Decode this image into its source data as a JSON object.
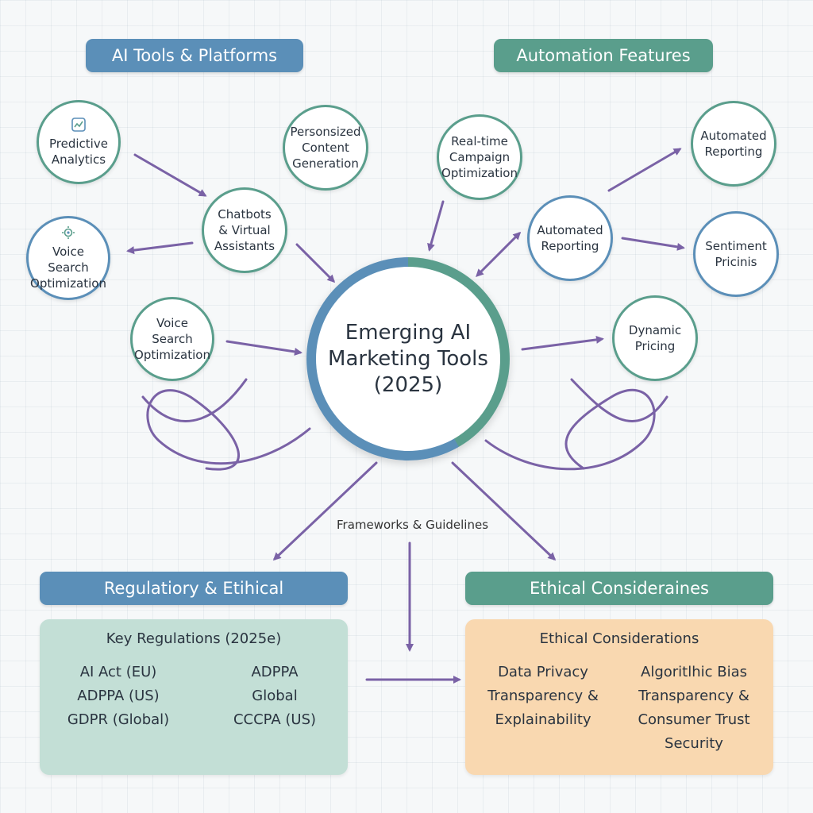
{
  "headers": {
    "left_top": "AI Tools & Platforms",
    "right_top": "Automation Features",
    "left_bottom": "Regulatiory & Etihical",
    "right_bottom": "Ethical Consideraines"
  },
  "center": {
    "title": "Emerging AI\nMarketing Tools\n(2025)"
  },
  "nodes": {
    "predictive_analytics": "Predictive\nAnalytics",
    "personalized_content": "Personsized\nContent\nGeneration",
    "chatbots": "Chatbots\n& Virtual\nAssistants",
    "voice_search_1": "Voice Search\nOptimization",
    "voice_search_2": "Voice\nSearch\nOptimization",
    "realtime_campaign": "Real-time\nCampaign\nOptimization",
    "automated_reporting_1": "Automated\nReporting",
    "automated_reporting_2": "Automated\nReporting",
    "sentiment": "Sentiment\nPricinis",
    "dynamic_pricing": "Dynamic\nPricing"
  },
  "frameworks_label": "Frameworks & Guidelines",
  "regulations": {
    "title": "Key Regulations (2025e)",
    "col1": [
      "AI Act (EU)",
      "ADPPA (US)",
      "GDPR (Global)"
    ],
    "col2": [
      "ADPPA",
      "Global",
      "CCCPA (US)"
    ]
  },
  "ethics": {
    "title": "Ethical Considerations",
    "col1": [
      "Data Privacy",
      "Transparency &",
      "Explainability"
    ],
    "col2": [
      "Algoritlhic Bias",
      "Transparency &",
      "Consumer Trust",
      "Security"
    ]
  },
  "colors": {
    "blue": "#5b8fb8",
    "teal": "#5a9e8c",
    "purple": "#7a62a6",
    "regulation_bg": "#c3dfd6",
    "ethics_bg": "#f9d8b0"
  },
  "icons": [
    "analytics-icon",
    "voice-search-icon"
  ]
}
